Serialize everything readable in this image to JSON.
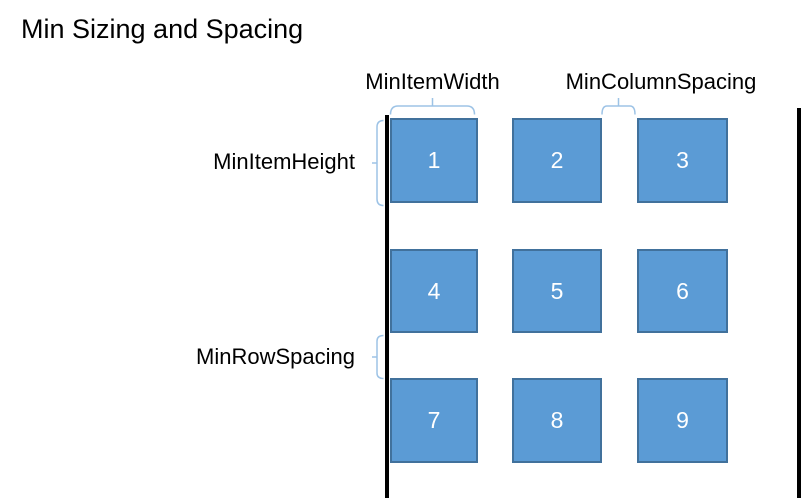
{
  "title": "Min Sizing and Spacing",
  "diagram": {
    "labels": {
      "min_item_width": "MinItemWidth",
      "min_column_spacing": "MinColumnSpacing",
      "min_item_height": "MinItemHeight",
      "min_row_spacing": "MinRowSpacing"
    },
    "grid": {
      "rows": 3,
      "columns": 3,
      "items": [
        "1",
        "2",
        "3",
        "4",
        "5",
        "6",
        "7",
        "8",
        "9"
      ]
    },
    "icons": {
      "width_brace": "horizontal-brace-icon",
      "column_spacing_brace": "horizontal-brace-icon",
      "height_brace": "vertical-brace-icon",
      "row_spacing_brace": "vertical-brace-icon"
    }
  },
  "colors": {
    "item_fill": "#5B9BD5",
    "item_border": "#41719C",
    "item_text": "#FFFFFF",
    "brace": "#9DC3E6",
    "boundary_line": "#000000",
    "text": "#000000",
    "background": "#FFFFFF"
  }
}
